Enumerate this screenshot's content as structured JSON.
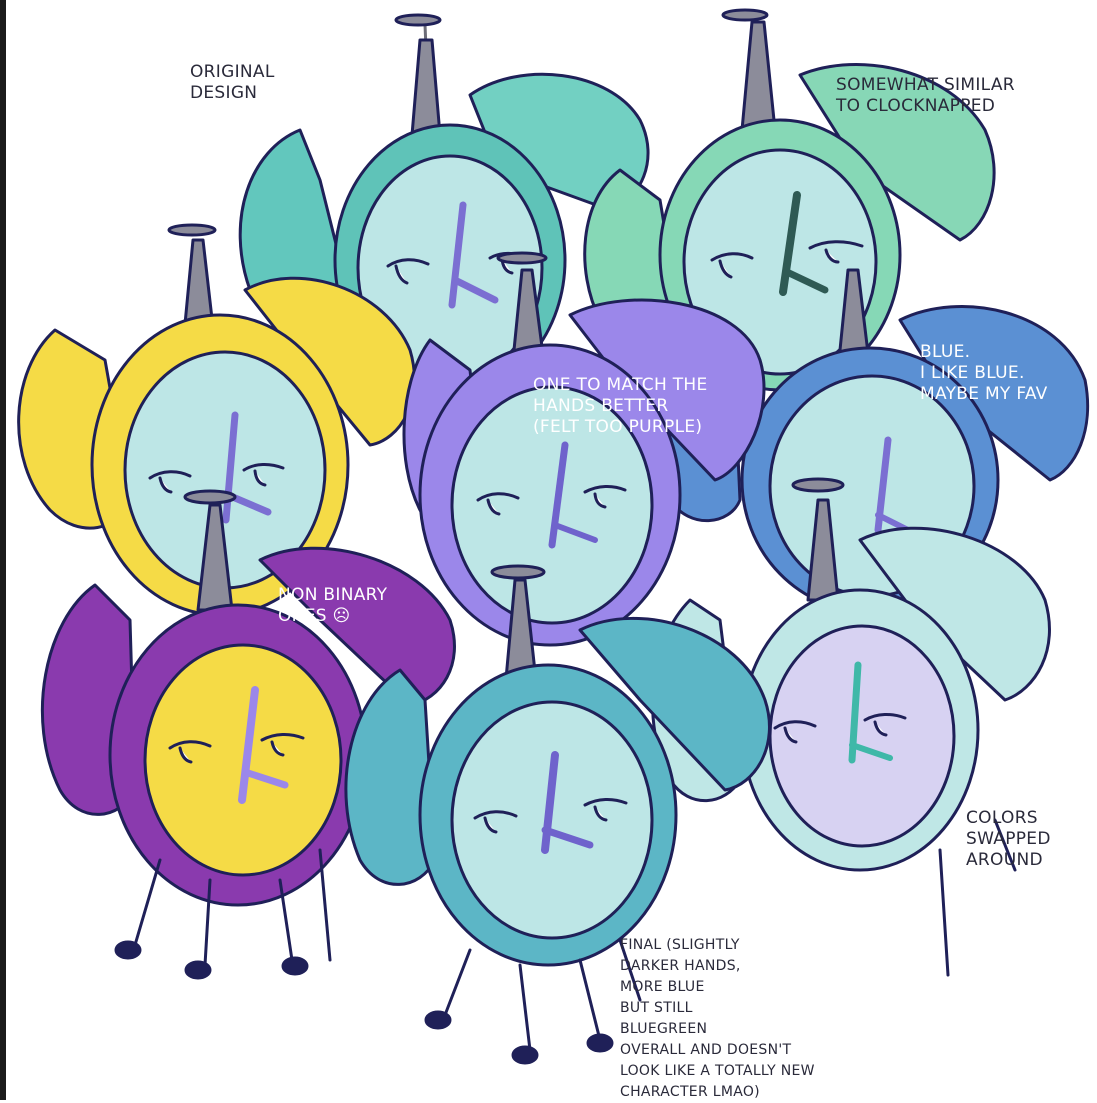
{
  "colors": {
    "outline": "#1f2058",
    "antenna": "#8c8c9a",
    "face_light": "#bde6e6",
    "teal": "#62c7bd",
    "mint": "#86d8b6",
    "yellow": "#f5db46",
    "violet": "#9b87ea",
    "blue": "#5b90d3",
    "purple": "#8a3aae",
    "steel_teal": "#5cb6c6",
    "pale_cyan": "#bfe7e6",
    "lavender": "#d7d2f2",
    "hand_blue": "#7b6fd2"
  },
  "annotations": {
    "original": {
      "lines": [
        "ORIGINAL",
        "DESIGN"
      ]
    },
    "similar": {
      "lines": [
        "SOMEWHAT SIMILAR",
        "TO CLOCKNAPPED"
      ]
    },
    "match": {
      "lines": [
        "ONE TO MATCH THE",
        "HANDS BETTER",
        "(FELT TOO PURPLE)"
      ]
    },
    "blue": {
      "lines": [
        "BLUE.",
        "I LIKE BLUE.",
        "MAYBE MY FAV"
      ]
    },
    "nonbinary": {
      "lines": [
        "NON BINARY",
        "ONES ☹"
      ]
    },
    "swapped": {
      "lines": [
        "COLORS",
        "SWAPPED",
        "AROUND"
      ]
    },
    "final": {
      "lines": [
        "FINAL (SLIGHTLY",
        "DARKER HANDS,",
        "MORE BLUE",
        "BUT STILL",
        "BLUEGREEN",
        "OVERALL AND DOESN'T",
        "LOOK LIKE A TOTALLY NEW",
        "CHARACTER LMAO)"
      ]
    }
  }
}
